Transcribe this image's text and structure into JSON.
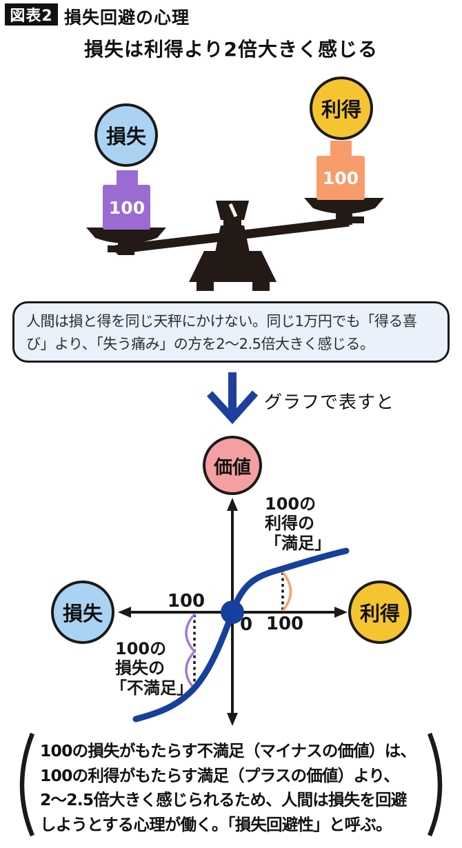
{
  "header": {
    "badge": "図表2",
    "title": "損失回避の心理",
    "subtitle": "損失は利得より2倍大きく感じる"
  },
  "scale": {
    "loss_circle_label": "損失",
    "gain_circle_label": "利得",
    "loss_weight_value": "100",
    "gain_weight_value": "100"
  },
  "note_box": {
    "text": "人間は損と得を同じ天秤にかけない。同じ1万円でも「得る喜び」より、「失う痛み」の方を2〜2.5倍大きく感じる。"
  },
  "transition": {
    "label": "グラフで表すと"
  },
  "graph": {
    "value_circle_label": "価値",
    "loss_circle_label": "損失",
    "gain_circle_label": "利得",
    "origin_tick": "0",
    "loss_axis_tick": "100",
    "gain_axis_tick": "100",
    "gain_annotation_lines": [
      "100の",
      "利得の",
      "「満足」"
    ],
    "loss_annotation_lines": [
      "100の",
      "損失の",
      "「不満足」"
    ]
  },
  "footer": {
    "lines": [
      "100の損失がもたらす不満足（マイナスの価値）は、",
      "100の利得がもたらす満足（プラスの価値）より、",
      "2〜2.5倍大きく感じられるため、人間は損失を回避",
      "しようとする心理が働く。「損失回避性」と呼ぶ。"
    ]
  },
  "colors": {
    "loss_blue": "#aad3f3",
    "gain_yellow": "#f4c531",
    "value_pink": "#f49fa1",
    "weight_purple": "#9a6cd2",
    "weight_orange": "#f89c6b",
    "curve_blue": "#15409c",
    "arrow_blue": "#1e3f9e",
    "arc_orange": "#f2a376",
    "arc_purple": "#a57bd5",
    "box_bg": "#e9f1fb"
  }
}
